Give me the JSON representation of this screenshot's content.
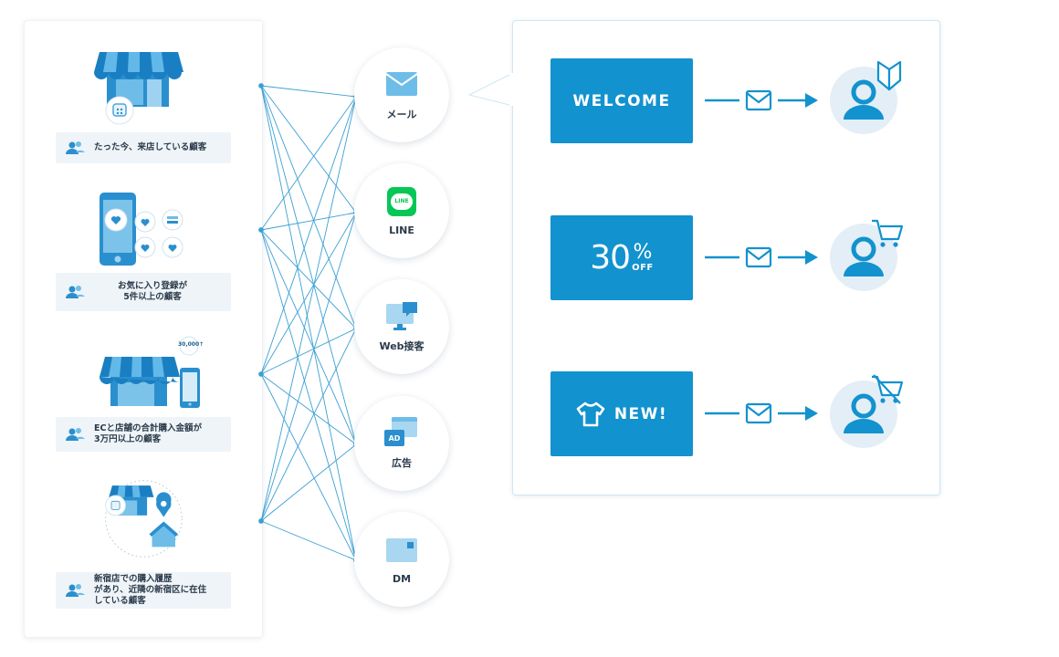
{
  "segments": [
    {
      "label": "たった今、来店している顧客",
      "illustration": "store-with-shopper-icon"
    },
    {
      "label": "お気に入り登録が\n5件以上の顧客",
      "illustration": "smartphone-favorites-icon"
    },
    {
      "label": "ECと店舗の合計購入金額が\n3万円以上の顧客",
      "illustration": "store-and-phone-icon",
      "badge": "30,000↑"
    },
    {
      "label": "新宿店での購入履歴\nがあり、近隣の新宿区に在住\nしている顧客",
      "illustration": "store-map-pin-icon"
    }
  ],
  "channels": [
    {
      "label": "メール",
      "icon": "mail-icon"
    },
    {
      "label": "LINE",
      "icon": "line-app-icon",
      "icon_text": "LINE"
    },
    {
      "label": "Web接客",
      "icon": "monitor-chat-icon"
    },
    {
      "label": "広告",
      "icon": "ad-icon",
      "icon_text": "AD"
    },
    {
      "label": "DM",
      "icon": "postcard-icon"
    }
  ],
  "messages": [
    {
      "text": "WELCOME",
      "badge_icon": "beginner-leaf-icon"
    },
    {
      "percent": "30",
      "percent_sign": "%",
      "off": "OFF",
      "badge_icon": "cart-icon"
    },
    {
      "text": "NEW!",
      "icon": "tshirt-icon",
      "badge_icon": "cart-crossed-icon"
    }
  ],
  "colors": {
    "accent": "#1292ce",
    "link_line": "#3aa0d4",
    "light_bg": "#eff4f8"
  }
}
